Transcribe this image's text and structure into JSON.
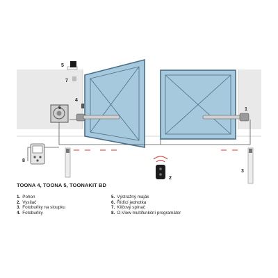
{
  "title": "TOONA 4, TOONA 5, TOONAKIT BD",
  "callouts": {
    "c1": "1",
    "c2": "2",
    "c3": "3",
    "c4": "4",
    "c5": "5",
    "c6": "6",
    "c7": "7",
    "c8": "8"
  },
  "legend_left": [
    {
      "num": "1.",
      "label": "Pohon"
    },
    {
      "num": "2.",
      "label": "Vysílač"
    },
    {
      "num": "3.",
      "label": "Fotobuňky na sloupku"
    },
    {
      "num": "4.",
      "label": "Fotobuňky"
    }
  ],
  "legend_right": [
    {
      "num": "5.",
      "label": "Výstražný maják"
    },
    {
      "num": "6.",
      "label": "Řídící jednotka"
    },
    {
      "num": "7.",
      "label": "Klíčový spínač"
    },
    {
      "num": "8.",
      "label": "O-View multifunkční programátor"
    }
  ],
  "colors": {
    "wall": "#e9e9e9",
    "gate_fill": "#a6c9dd",
    "gate_stroke": "#4a6f88",
    "beam": "#e03030",
    "wire": "#555555"
  }
}
